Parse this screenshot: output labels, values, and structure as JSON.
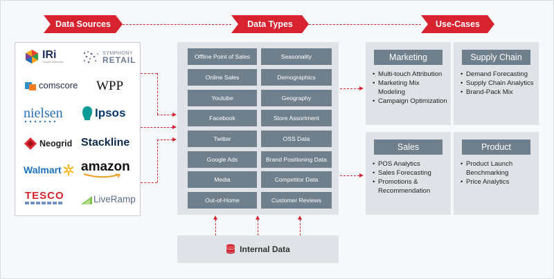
{
  "headers": {
    "sources": "Data Sources",
    "types": "Data Types",
    "usecases": "Use-Cases"
  },
  "logos": {
    "iri": "IRi",
    "iri_sub": "Growth delivered.",
    "symphony": "SYMPHONY",
    "retail": "RETAIL",
    "comscore": "comscore",
    "wpp": "WPP",
    "nielsen": "nielsen",
    "ipsos": "Ipsos",
    "neogrid": "Neogrid",
    "stackline": "Stackline",
    "walmart": "Walmart",
    "amazon": "amazon",
    "tesco": "TESCO",
    "liveramp": "LiveRamp"
  },
  "data_types": {
    "left": [
      "Offline Point of Sales",
      "Online Sales",
      "Youtube",
      "Facebook",
      "Twitter",
      "Google Ads",
      "Media",
      "Out-of-Home"
    ],
    "right": [
      "Seasonality",
      "Demographics",
      "Geography",
      "Store Assortment",
      "OSS Data",
      "Brand Positioning Data",
      "Competitor Data",
      "Customer Reviews"
    ]
  },
  "internal": {
    "label": "Internal Data"
  },
  "usecases": {
    "marketing": {
      "title": "Marketing",
      "items": [
        "Multi-touch Attribution",
        "Marketing Mix Modeling",
        "Campaign Optimization"
      ]
    },
    "supply": {
      "title": "Supply Chain",
      "items": [
        "Demand Forecasting",
        "Supply Chain Analytics",
        "Brand-Pack Mix"
      ]
    },
    "sales": {
      "title": "Sales",
      "items": [
        "POS Analytics",
        "Sales Forecasting",
        "Promotions & Recommendation"
      ]
    },
    "product": {
      "title": "Product",
      "items": [
        "Product Launch Benchmarking",
        "Price Analytics"
      ]
    }
  },
  "colors": {
    "accent": "#d6232f",
    "cell": "#6f7f8c",
    "panel": "#dfe3e8"
  }
}
